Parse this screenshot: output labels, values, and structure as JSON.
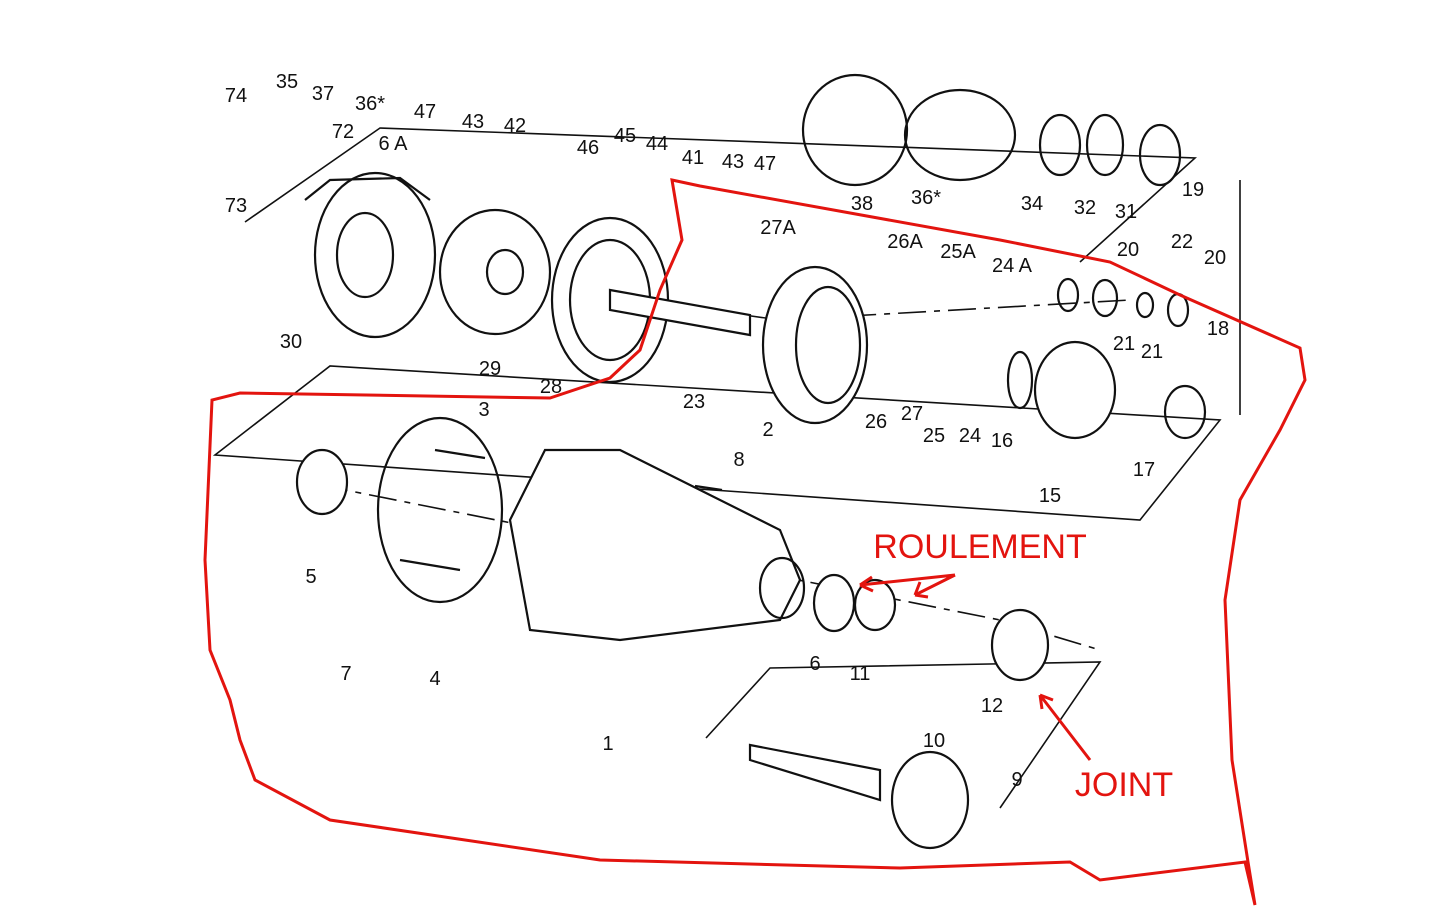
{
  "diagram": {
    "type": "exploded-parts-view",
    "accent_color": "#e3140f",
    "part_numbers": [
      "35",
      "37",
      "36*",
      "47",
      "43",
      "42",
      "45",
      "44",
      "46",
      "41",
      "43",
      "47",
      "38",
      "36*",
      "34",
      "32",
      "31",
      "19",
      "74",
      "72",
      "6 A",
      "73",
      "30",
      "29",
      "28",
      "23",
      "2",
      "27A",
      "26A",
      "25A",
      "24 A",
      "20",
      "22",
      "20",
      "21",
      "21",
      "18",
      "26",
      "27",
      "25",
      "24",
      "16",
      "15",
      "17",
      "3",
      "8",
      "5",
      "7",
      "4",
      "1",
      "6",
      "11",
      "12",
      "10",
      "9"
    ],
    "annotations": {
      "bearing": "ROULEMENT",
      "seal": "JOINT"
    }
  }
}
